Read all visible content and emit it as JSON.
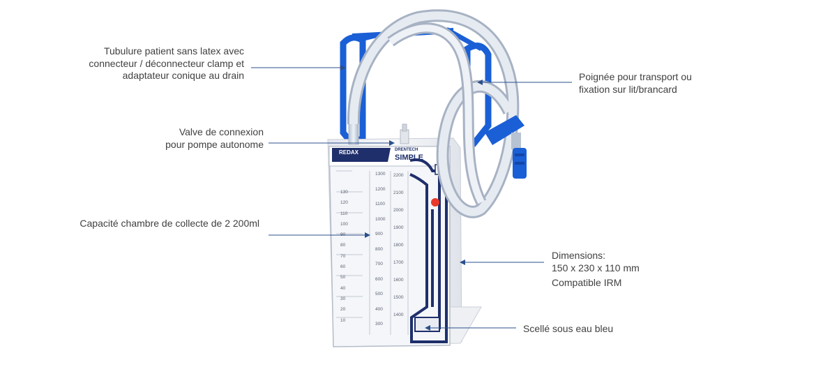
{
  "callouts": {
    "tubing": [
      "Tubulure patient sans latex avec",
      "connecteur / déconnecteur clamp et",
      "adaptateur conique au drain"
    ],
    "valve": [
      "Valve de connexion",
      "pour pompe autonome"
    ],
    "capacity": [
      "Capacité chambre de collecte de 2 200ml"
    ],
    "handle": [
      "Poignée pour transport ou",
      "fixation sur lit/brancard"
    ],
    "dimensions": [
      "Dimensions:",
      "150 x 230 x 110 mm",
      "Compatible IRM"
    ],
    "seal": [
      "Scellé sous eau bleu"
    ]
  },
  "device": {
    "brand": "REDAX",
    "product_line": "DRENTECH",
    "model": "SIMPLE",
    "scale_left": [
      "130",
      "120",
      "110",
      "100",
      "90",
      "80",
      "70",
      "60",
      "50",
      "40",
      "30",
      "20",
      "10"
    ],
    "scale_middle": [
      "1300",
      "1200",
      "1100",
      "1000",
      "900",
      "800",
      "700",
      "600",
      "500",
      "400",
      "300"
    ],
    "scale_right": [
      "2200",
      "2100",
      "2000",
      "1900",
      "1800",
      "1700",
      "1600",
      "1500",
      "1400"
    ]
  },
  "colors": {
    "accent_blue": "#1a5fd6",
    "navy": "#1f2f6b",
    "leader_line": "#2b4f8c",
    "text": "#404040",
    "indicator_red": "#e8392b"
  }
}
